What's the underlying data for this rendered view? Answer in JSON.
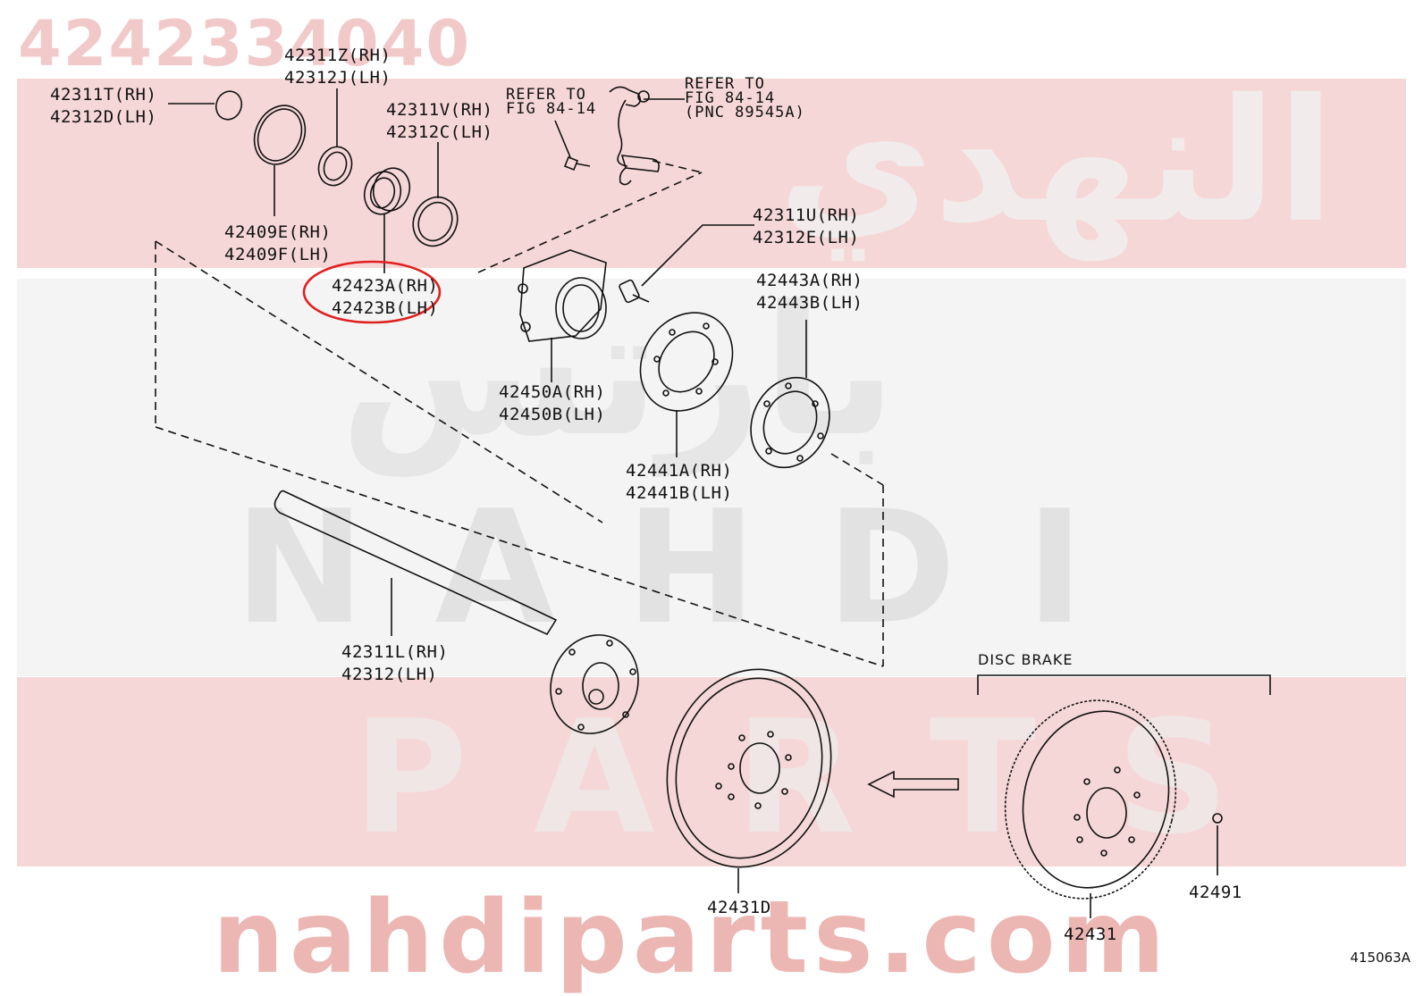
{
  "watermark": {
    "part_number": "4242334040",
    "arabic_top": "النهدي",
    "arabic_mid": "بارتس",
    "brand_latin": "NAHDI",
    "parts_word": "PARTS",
    "website": "nahdiparts.com",
    "colors": {
      "band_red": "#f6d7d7",
      "band_gray": "#ededed",
      "text_red": "#e9a3a3",
      "text_gray": "#dcdcdc"
    }
  },
  "labels": {
    "l_42311T": "42311T(RH)\n42312D(LH)",
    "l_42311Z": "42311Z(RH)\n42312J(LH)",
    "l_42311V": "42311V(RH)\n42312C(LH)",
    "l_42409E": "42409E(RH)\n42409F(LH)",
    "l_42423A": "42423A(RH)\n42423B(LH)",
    "l_refer1": "REFER TO\nFIG 84-14",
    "l_refer2": "REFER TO\nFIG 84-14\n(PNC 89545A)",
    "l_42311U": "42311U(RH)\n42312E(LH)",
    "l_42443A": "42443A(RH)\n42443B(LH)",
    "l_42450A": "42450A(RH)\n42450B(LH)",
    "l_42441A": "42441A(RH)\n42441B(LH)",
    "l_42311L": "42311L(RH)\n42312(LH)",
    "l_disc": "DISC BRAKE",
    "l_42431D": "42431D",
    "l_42431": "42431",
    "l_42491": "42491"
  },
  "highlight": {
    "target": "42423A(RH)",
    "color": "#e02020"
  },
  "illustration_code": "415063A"
}
